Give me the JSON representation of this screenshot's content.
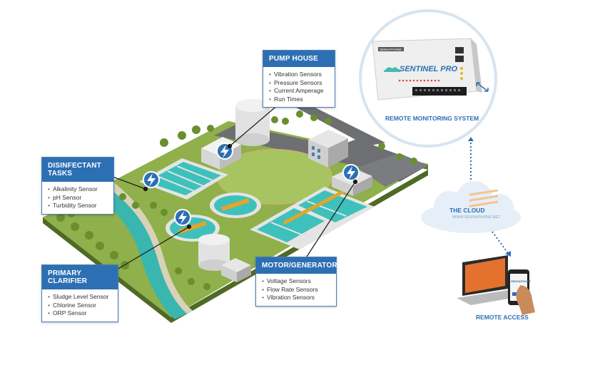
{
  "callouts": {
    "pump_house": {
      "title": "PUMP HOUSE",
      "items": [
        "Vibration Sensors",
        "Pressure Sensors",
        "Current Amperage",
        "Run Times"
      ]
    },
    "disinfectant": {
      "title": "DISINFECTANT TASKS",
      "items": [
        "Alkalinity Sensor",
        "pH Sensor",
        "Turbidity Sensor"
      ]
    },
    "primary_clarifier": {
      "title": "PRIMARY CLARIFIER",
      "items": [
        "Sludge Level Sensor",
        "Chlorine Sensor",
        "ORP Sensor"
      ]
    },
    "motor_generators": {
      "title": "MOTOR/GENERATORS",
      "items": [
        "Voltage Sensors",
        "Flow Rate Sensors",
        "Vibration Sensors"
      ]
    }
  },
  "remote_monitoring": {
    "label": "REMOTE MONITORING SYSTEM",
    "brand": "SENSAPHONE",
    "product": "SENTINEL PRO"
  },
  "cloud": {
    "label": "THE CLOUD",
    "url": "WWW.SENSAPHONE.NET"
  },
  "remote_access": {
    "label": "REMOTE ACCESS",
    "phone_brand": "SENSAPHONE"
  },
  "colors": {
    "accent": "#2d6fb3",
    "grass": "#8fb04a",
    "water": "#39b6b0",
    "road": "#6e6f73",
    "tree": "#6a8f2e"
  }
}
